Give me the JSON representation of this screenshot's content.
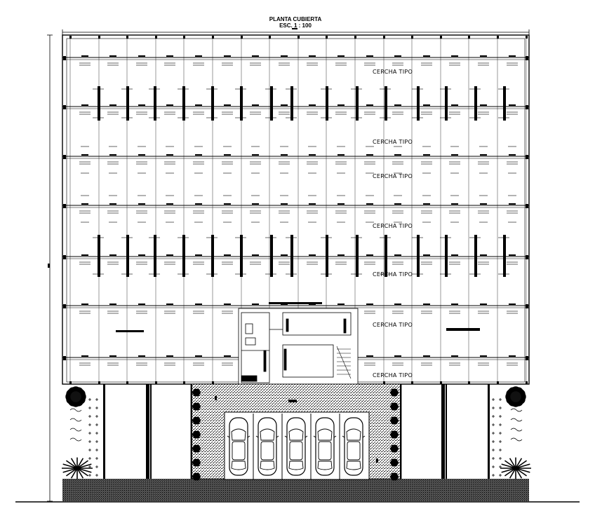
{
  "drawing": {
    "title": "PLANTA CUBIERTA",
    "scale": "ESC. 1 : 100"
  },
  "truss_labels": [
    "CERCHA TIPO",
    "CERCHA TIPO",
    "CERCHA TIPO",
    "CERCHA TIPO",
    "CERCHA TIPO",
    "CERCHA TIPO",
    "CERCHA TIPO"
  ],
  "parking": {
    "car_count": 5
  },
  "colors": {
    "line": "#000000",
    "background": "#ffffff",
    "hatch": "#000000"
  }
}
